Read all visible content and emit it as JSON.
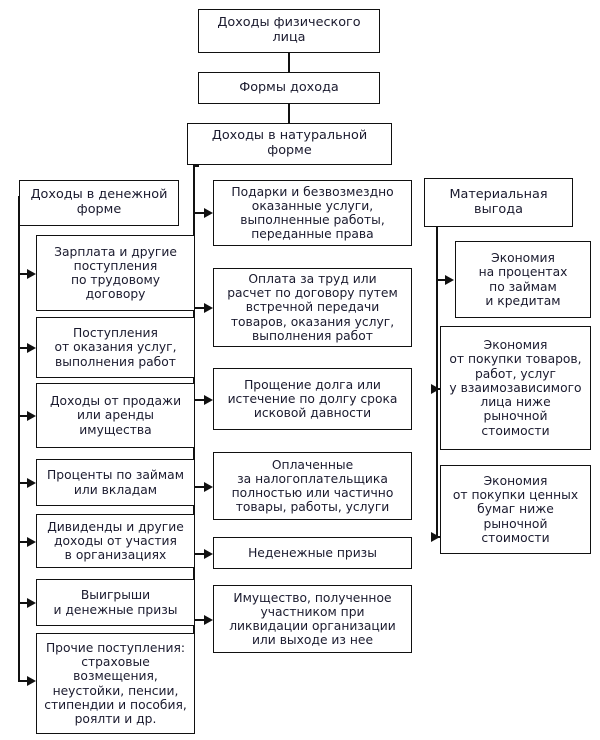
{
  "diagram": {
    "title": "Доходы физического лица",
    "type": "hierarchical-flowchart",
    "language": "ru",
    "colors": {
      "background": "#ffffff",
      "border": "#111111",
      "text": "#1a1a2e"
    },
    "root": {
      "label": "Доходы физического\nлица"
    },
    "level2": {
      "label": "Формы дохода"
    },
    "branches": [
      {
        "id": "natural-form",
        "header": {
          "label": "Доходы в натуральной\nформе"
        },
        "items": [
          {
            "label": "Подарки и безвозмездно\nоказанные услуги,\nвыполненные работы,\nпереданные права"
          },
          {
            "label": "Оплата за труд или\nрасчет по договору путем\nвстречной передачи\nтоваров, оказания услуг,\nвыполнения работ"
          },
          {
            "label": "Прощение долга или\nистечение по долгу срока\nисковой давности"
          },
          {
            "label": "Оплаченные\nза налогоплательщика\nполностью или частично\nтовары, работы, услуги"
          },
          {
            "label": "Неденежные призы"
          },
          {
            "label": "Имущество, полученное\nучастником при\nликвидации организации\nили выходе из нее"
          }
        ]
      },
      {
        "id": "monetary-form",
        "header": {
          "label": "Доходы в денежной\nформе"
        },
        "items": [
          {
            "label": "Зарплата и другие\nпоступления\nпо трудовому\nдоговору"
          },
          {
            "label": "Поступления\nот оказания услуг,\nвыполнения работ"
          },
          {
            "label": "Доходы от продажи\nили аренды\nимущества"
          },
          {
            "label": "Проценты по займам\nили вкладам"
          },
          {
            "label": "Дивиденды и другие\nдоходы от участия\nв организациях"
          },
          {
            "label": "Выигрыши\nи денежные призы"
          },
          {
            "label": "Прочие поступления:\nстраховые\nвозмещения,\nнеустойки, пенсии,\nстипендии и пособия,\nроялти и др."
          }
        ]
      },
      {
        "id": "material-benefit",
        "header": {
          "label": "Материальная\nвыгода"
        },
        "items": [
          {
            "label": "Экономия\nна процентах\nпо займам\nи кредитам"
          },
          {
            "label": "Экономия\nот покупки товаров,\nработ, услуг\nу взаимозависимого\nлица ниже\nрыночной\nстоимости"
          },
          {
            "label": "Экономия\nот покупки ценных\nбумаг ниже\nрыночной\nстоимости"
          }
        ]
      }
    ]
  }
}
